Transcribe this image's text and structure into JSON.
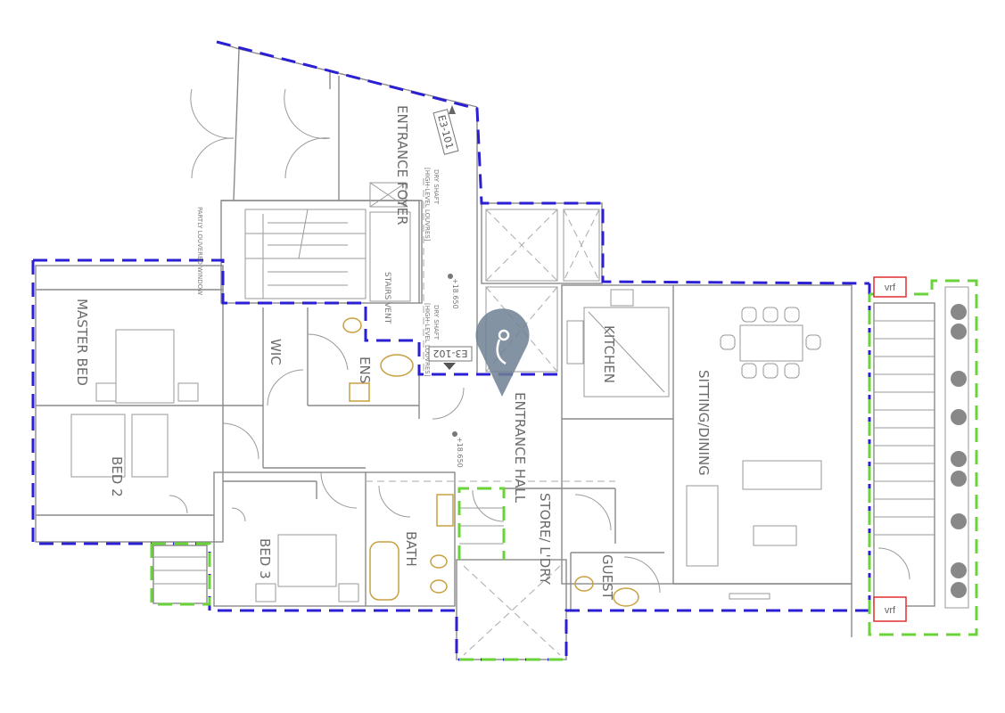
{
  "plan": {
    "rooms": {
      "entrance_foyer": "ENTRANCE FOYER",
      "master_bed": "MASTER BED",
      "wic": "WIC",
      "ens": "ENS",
      "entrance_hall": "ENTRANCE HALL",
      "kitchen": "KITCHEN",
      "sitting_dining": "SITTING/DINING",
      "bed2": "BED 2",
      "bed3": "BED 3",
      "bath": "BATH",
      "store_ldry": "STORE/ L'DRY",
      "guest": "GUEST"
    },
    "notes": {
      "dry_shaft_1": "DRY SHAFT",
      "dry_shaft_1_sub": "[HIGH-LEVEL LOUVRES]",
      "dry_shaft_2": "DRY SHAFT",
      "dry_shaft_2_sub": "[HIGH-LEVEL LOUVRES]",
      "stairs_vent": "STAIRS VENT",
      "partly_louvered_window": "PARTLY LOUVERED WINDOW",
      "level_1": "+18.650",
      "level_2": "+18.650"
    },
    "tags": {
      "elevation_1": "E3-101",
      "elevation_2": "E3-102"
    },
    "equipment": {
      "vrf_top": "vrf",
      "vrf_bottom": "vrf"
    },
    "colors": {
      "boundary_blue": "#2b1fd4",
      "boundary_green": "#6ad33a",
      "fixtures_gold": "#c8a040",
      "pin": "#6f8193"
    }
  }
}
